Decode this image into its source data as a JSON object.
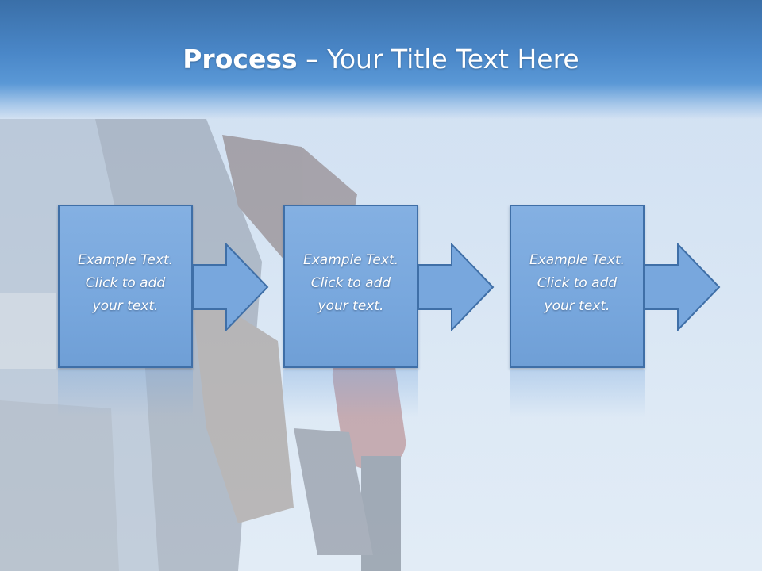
{
  "slide": {
    "title_bold": "Process",
    "title_rest": " – Your Title Text Here"
  },
  "steps": [
    {
      "line1": "Example Text.",
      "line2": "Click  to add",
      "line3": "your text."
    },
    {
      "line1": "Example Text.",
      "line2": "Click  to add",
      "line3": "your text."
    },
    {
      "line1": "Example Text.",
      "line2": "Click  to add",
      "line3": "your text."
    }
  ],
  "colors": {
    "header": "#4a87c8",
    "box_fill": "#78a7dd",
    "box_border": "#3f6fa7",
    "background": "#d6e4f3"
  },
  "icons": {
    "step_connector": "right-arrow-icon"
  }
}
